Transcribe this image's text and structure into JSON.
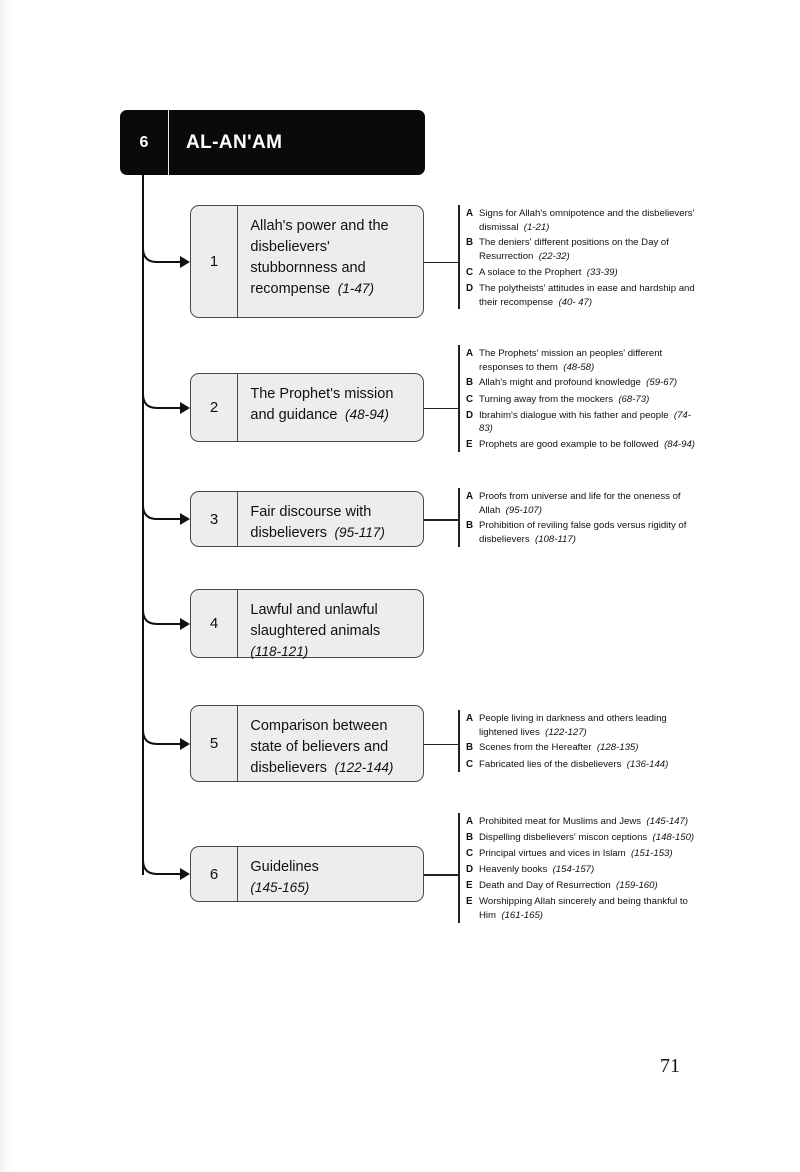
{
  "page": {
    "number": "71"
  },
  "header": {
    "surah_number": "6",
    "surah_name": "AL-AN'AM"
  },
  "sections": [
    {
      "number": "1",
      "title": "Allah's power and the disbelievers' stubbornness and recompense",
      "range": "(1-47)",
      "range_inline": true,
      "subitems": [
        {
          "letter": "A",
          "text": "Signs for Allah's omnipotence and the disbelievers' dismissal",
          "range": "(1-21)"
        },
        {
          "letter": "B",
          "text": "The deniers' different positions on the Day of Resurrection",
          "range": "(22-32)"
        },
        {
          "letter": "C",
          "text": "A solace to the Prophert",
          "range": "(33-39)"
        },
        {
          "letter": "D",
          "text": "The polytheists' attitudes in ease and hardship and their recompense",
          "range": "(40- 47)"
        }
      ]
    },
    {
      "number": "2",
      "title": "The Prophet's mission and guidance",
      "range": "(48-94)",
      "range_inline": true,
      "subitems": [
        {
          "letter": "A",
          "text": "The Prophets' mission an peoples' different responses to them",
          "range": "(48-58)"
        },
        {
          "letter": "B",
          "text": "Allah's might and profound knowledge",
          "range": "(59-67)"
        },
        {
          "letter": "C",
          "text": "Turning away from the mockers",
          "range": "(68-73)"
        },
        {
          "letter": "D",
          "text": "Ibrahim's dialogue with his father and people",
          "range": "(74-83)"
        },
        {
          "letter": "E",
          "text": "Prophets are good example to be followed",
          "range": "(84-94)"
        }
      ]
    },
    {
      "number": "3",
      "title": "Fair discourse with disbelievers",
      "range": "(95-117)",
      "range_inline": true,
      "subitems": [
        {
          "letter": "A",
          "text": "Proofs from universe and life for the oneness of Allah",
          "range": "(95-107)"
        },
        {
          "letter": "B",
          "text": "Prohibition of reviling false gods versus rigidity of disbelievers",
          "range": "(108-117)"
        }
      ]
    },
    {
      "number": "4",
      "title": "Lawful and unlawful slaughtered animals",
      "range": "(118-121)",
      "range_inline": false,
      "subitems": []
    },
    {
      "number": "5",
      "title": "Comparison between state of believers and disbelievers",
      "range": "(122-144)",
      "range_inline": true,
      "subitems": [
        {
          "letter": "A",
          "text": "People living in darkness and others leading lightened lives",
          "range": "(122-127)"
        },
        {
          "letter": "B",
          "text": "Scenes from the Hereafter",
          "range": "(128-135)"
        },
        {
          "letter": "C",
          "text": "Fabricated lies of the disbelievers",
          "range": "(136-144)"
        }
      ]
    },
    {
      "number": "6",
      "title": "Guidelines",
      "range": "(145-165)",
      "range_inline": false,
      "subitems": [
        {
          "letter": "A",
          "text": "Prohibited meat for Muslims and Jews",
          "range": "(145-147)"
        },
        {
          "letter": "B",
          "text": "Dispelling disbelievers' miscon ceptions",
          "range": "(148-150)"
        },
        {
          "letter": "C",
          "text": "Principal virtues and vices in Islam",
          "range": "(151-153)"
        },
        {
          "letter": "D",
          "text": "Heavenly books",
          "range": "(154-157)"
        },
        {
          "letter": "E",
          "text": "Death and Day of Resurrection",
          "range": "(159-160)"
        },
        {
          "letter": "E",
          "text": "Worshipping Allah sincerely and being thankful to Him",
          "range": "(161-165)"
        }
      ]
    }
  ],
  "colors": {
    "header_bg": "#0a0a0a",
    "box_bg": "#ededed",
    "box_border": "#4a4a4a",
    "line": "#111111"
  }
}
